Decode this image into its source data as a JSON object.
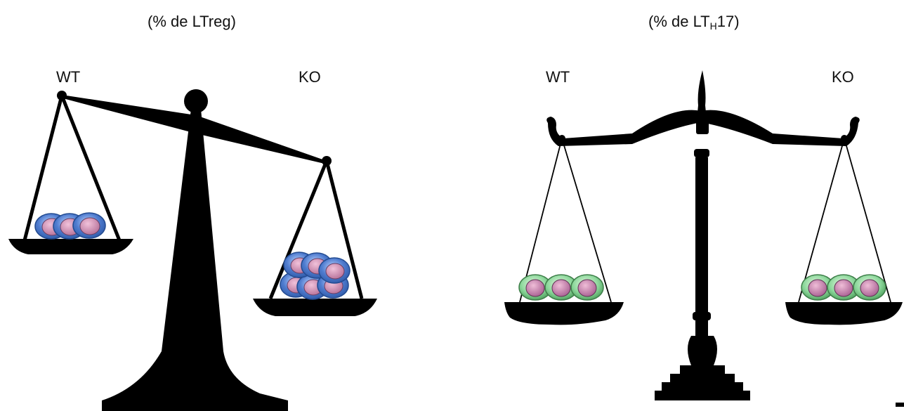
{
  "left_panel": {
    "title": "(% de LTreg)",
    "label_left": "WT",
    "label_right": "KO",
    "cell_color": "#4f7ccf",
    "nucleus_color": "#c27aa6"
  },
  "right_panel": {
    "title_prefix": "(% de LT",
    "title_subscript": "H",
    "title_suffix": "17)",
    "label_left": "WT",
    "label_right": "KO",
    "cell_color": "#7ccf8a",
    "nucleus_color": "#b56a9b"
  }
}
